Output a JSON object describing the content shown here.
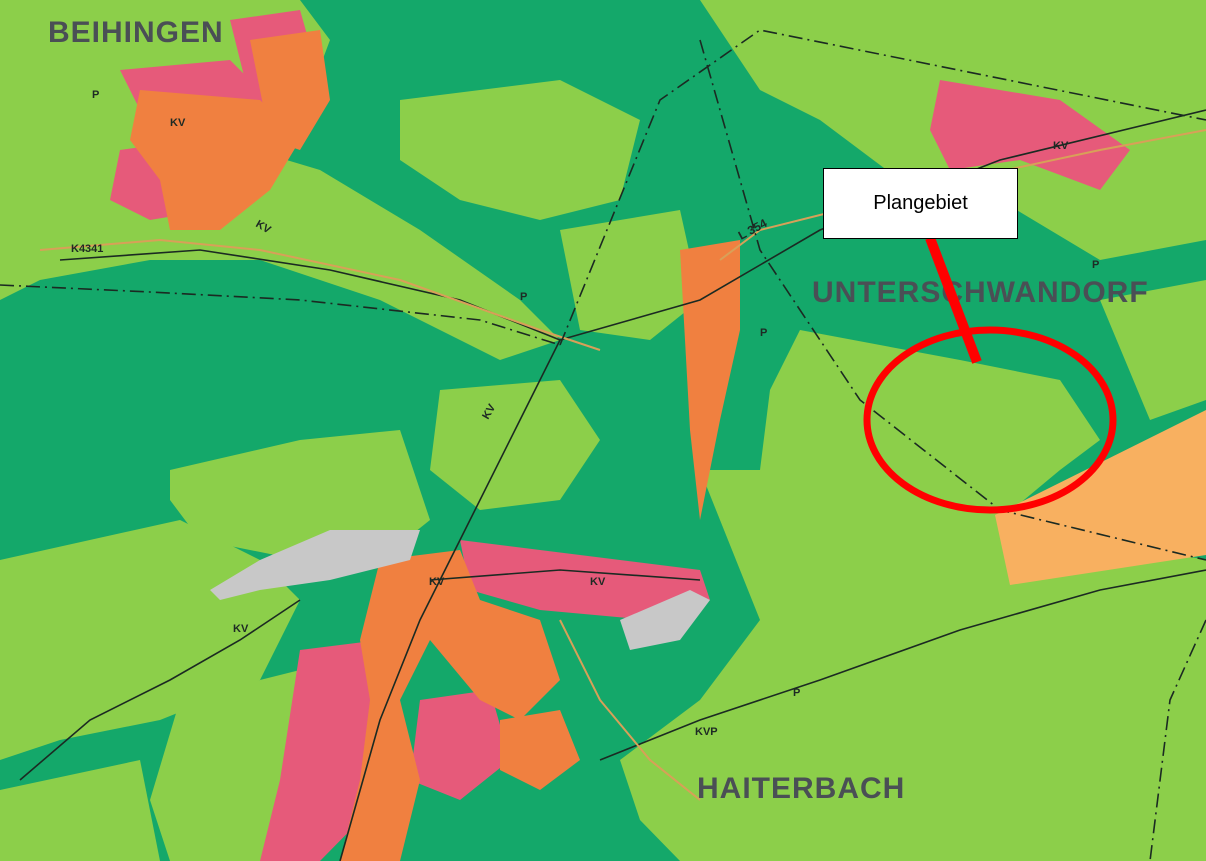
{
  "map": {
    "places": {
      "beihingen": "BEIHINGEN",
      "unterschwandorf": "UNTERSCHWANDORF",
      "haiterbach": "HAITERBACH"
    },
    "roads": {
      "l354": "L 354",
      "k4341": "K4341",
      "kv": "KV",
      "p": "P",
      "kvp": "KVP"
    }
  },
  "annotation": {
    "label": "Plangebiet",
    "marker_color": "#ff0000"
  },
  "colors": {
    "forest": "#14a86a",
    "agriculture": "#8ccf4a",
    "residential": "#e65a7a",
    "mixed": "#f08040",
    "commercial": "#f8b060",
    "special": "#c8c8c8",
    "highlight": "#ff0000"
  }
}
